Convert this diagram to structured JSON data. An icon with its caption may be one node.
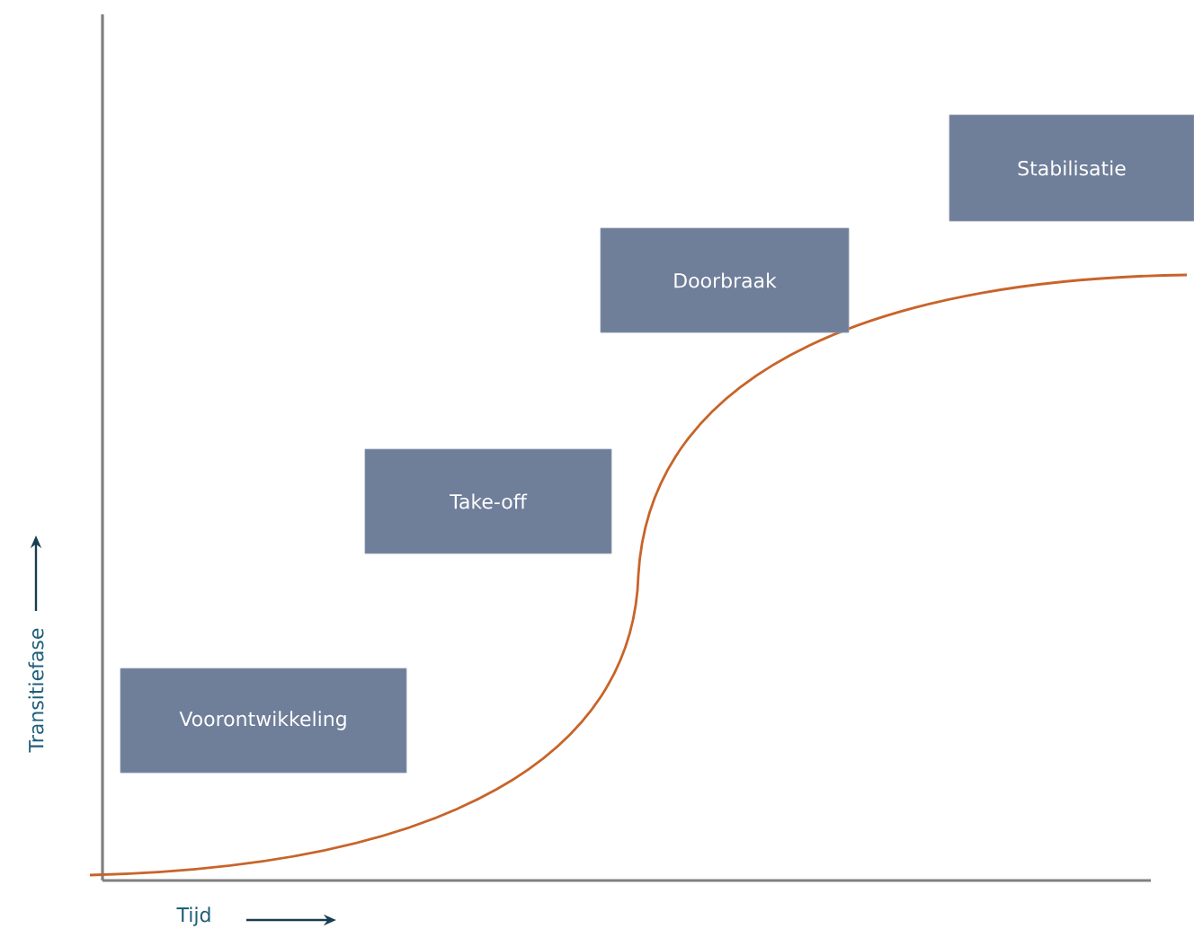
{
  "diagram": {
    "nodes": [
      {
        "text": [
          "Voorontwikkeling"
        ]
      },
      {
        "text": [
          "Take-off"
        ]
      },
      {
        "text": [
          "Doorbraak"
        ]
      },
      {
        "text": [
          "Stabilisatie"
        ]
      }
    ],
    "labels": [
      "Transitiefase",
      "Tijd"
    ]
  }
}
